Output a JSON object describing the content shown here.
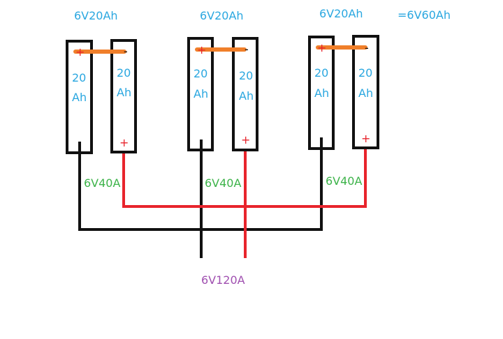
{
  "diagram": {
    "colors": {
      "label_blue": "#2aa7e0",
      "label_green": "#3db34a",
      "label_purple": "#a050b0",
      "wire_red": "#e8242c",
      "wire_black": "#111111",
      "jumper_orange": "#f07f2a",
      "cell_border": "#111111"
    },
    "pack_labels": [
      "6V20Ah",
      "6V20Ah",
      "6V20Ah"
    ],
    "total_label": "=6V60Ah",
    "cells": [
      {
        "top": "20",
        "bottom": "Ah"
      },
      {
        "top": "20",
        "bottom": "Ah"
      },
      {
        "top": "20",
        "bottom": "Ah"
      },
      {
        "top": "20",
        "bottom": "Ah"
      },
      {
        "top": "20",
        "bottom": "Ah"
      },
      {
        "top": "20",
        "bottom": "Ah"
      }
    ],
    "branch_labels": [
      "6V40A",
      "6V40A",
      "6V40A"
    ],
    "output_label": "6V120A",
    "plus_sign": "+",
    "minus_sign": "-"
  }
}
